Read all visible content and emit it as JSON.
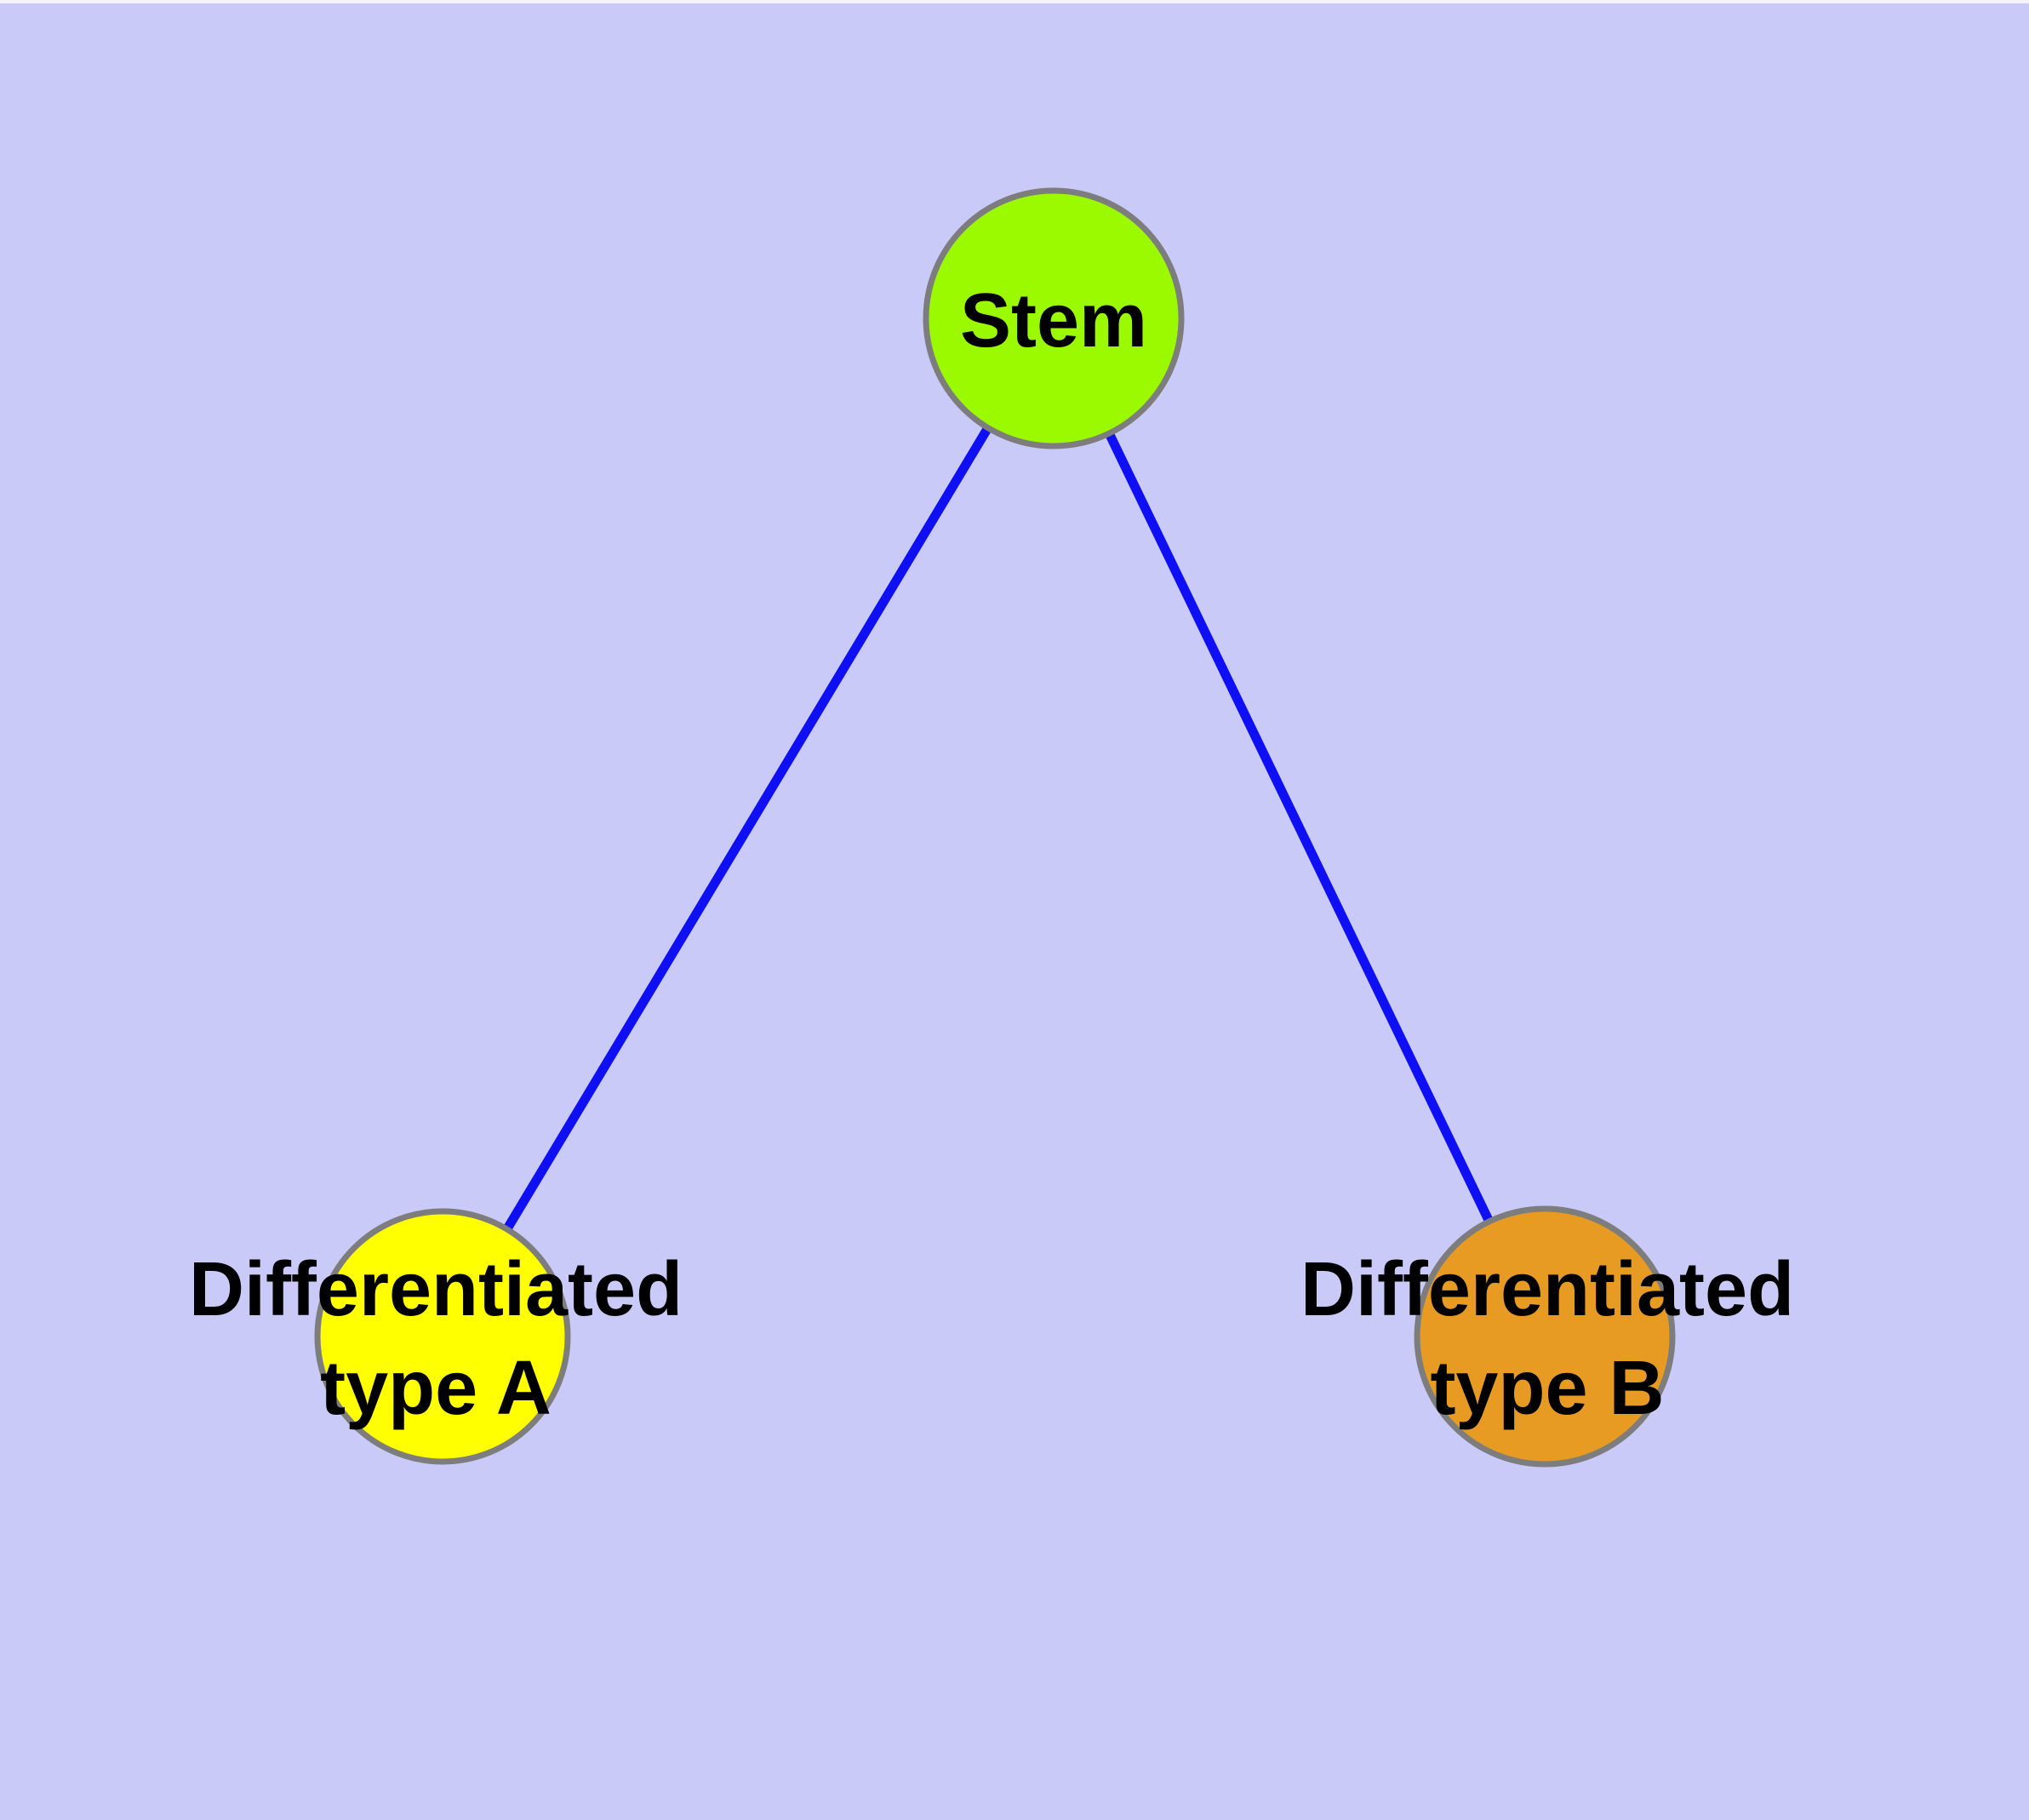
{
  "canvas": {
    "background_color": "#cacaf8"
  },
  "graph": {
    "node_border_color": "#7d7d7d",
    "edge_color": "#0f0ff5",
    "text_color": "#000000",
    "nodes": [
      {
        "id": "stem",
        "label": "Stem",
        "fill": "#9bfa00"
      },
      {
        "id": "differentiated-type-a",
        "label": "Differentiated\ntype A",
        "fill": "#ffff00"
      },
      {
        "id": "differentiated-type-b",
        "label": "Differentiated\ntype B",
        "fill": "#e79b23"
      }
    ],
    "edges": [
      {
        "from": "stem",
        "to": "differentiated-type-a"
      },
      {
        "from": "stem",
        "to": "differentiated-type-b"
      }
    ]
  }
}
